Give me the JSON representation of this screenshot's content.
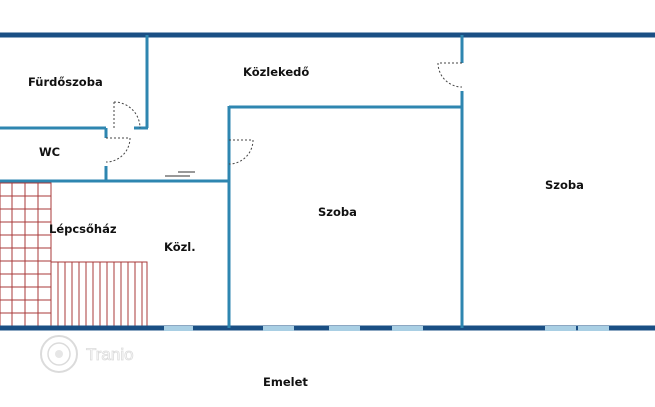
{
  "floor_plan": {
    "caption": "Emelet",
    "rooms": {
      "furdoszoba": "Fürdőszoba",
      "kozlekedo": "Közlekedő",
      "wc": "WC",
      "lepcsohaz": "Lépcsőház",
      "kozl": "Közl.",
      "szoba_middle": "Szoba",
      "szoba_right": "Szoba"
    },
    "watermark": "Tranio"
  },
  "colors": {
    "wall": "#1a4f84",
    "inner_wall": "#2e86b0",
    "window": "#a9cfe4",
    "stairs": "#a83a3a",
    "door_swing": "#444444"
  }
}
